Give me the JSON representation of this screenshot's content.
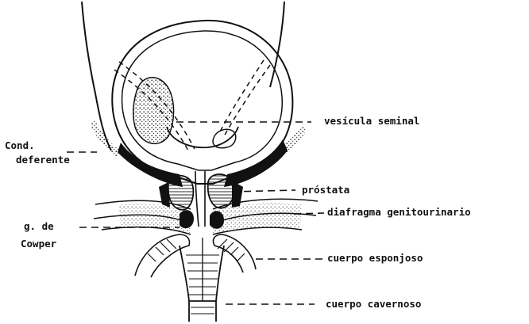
{
  "labels": {
    "vesicula": "vesícula seminal",
    "cond_line1": "Cond.",
    "cond_line2": "deferente",
    "prostata": "próstata",
    "diafragma": "diafragma genitourinario",
    "cowper_line1": "g. de",
    "cowper_line2": "Cowper",
    "esponjoso": "cuerpo esponjoso",
    "cavernoso": "cuerpo cavernoso"
  },
  "colors": {
    "ink": "#111111",
    "background": "#ffffff"
  }
}
